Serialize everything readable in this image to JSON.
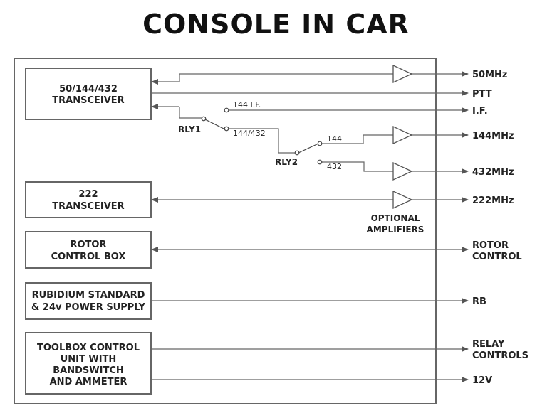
{
  "title": "CONSOLE IN CAR",
  "boxes": {
    "transceiver_main": [
      "50/144/432",
      "TRANSCEIVER"
    ],
    "transceiver_222": [
      "222",
      "TRANSCEIVER"
    ],
    "rotor": [
      "ROTOR",
      "CONTROL BOX"
    ],
    "rubidium": [
      "RUBIDIUM STANDARD",
      "& 24v POWER SUPPLY"
    ],
    "toolbox": [
      "TOOLBOX CONTROL",
      "UNIT WITH",
      "BANDSWITCH",
      "AND AMMETER"
    ]
  },
  "relays": {
    "rly1": "RLY1",
    "rly1_pos_a": "144 I.F.",
    "rly1_pos_b": "144/432",
    "rly2": "RLY2",
    "rly2_pos_a": "144",
    "rly2_pos_b": "432"
  },
  "amplifiers_label": [
    "OPTIONAL",
    "AMPLIFIERS"
  ],
  "outputs": {
    "o50": "50MHz",
    "ptt": "PTT",
    "if": "I.F.",
    "o144": "144MHz",
    "o432": "432MHz",
    "o222": "222MHz",
    "rotor": [
      "ROTOR",
      "CONTROL"
    ],
    "rb": "RB",
    "relay": [
      "RELAY",
      "CONTROLS"
    ],
    "v12": "12V"
  }
}
